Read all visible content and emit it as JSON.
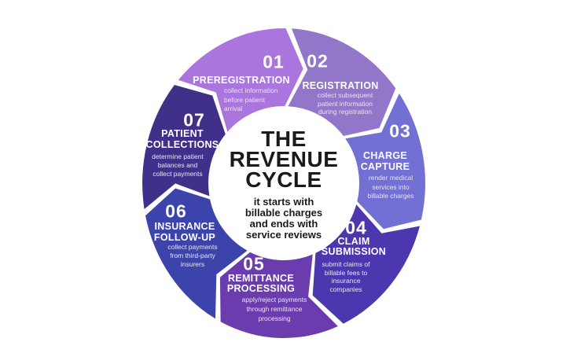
{
  "theme": {
    "background": "#ffffff",
    "title_color": "#1a1a1a",
    "number_color": "#ffffff",
    "label_color": "#ffffff",
    "desc_color": "#eae3f9"
  },
  "center": {
    "title": [
      "THE",
      "REVENUE",
      "CYCLE"
    ],
    "subtitle": [
      "it starts with",
      "billable charges",
      "and ends with",
      "service reviews"
    ]
  },
  "segments": [
    {
      "number": "01",
      "label": [
        "PREREGISTRATION"
      ],
      "desc": [
        "collect information",
        "before patient",
        "arrival"
      ],
      "color": "#aa75dc"
    },
    {
      "number": "02",
      "label": [
        "REGISTRATION"
      ],
      "desc": [
        "collect subsequent",
        "patient information",
        "during registration"
      ],
      "color": "#9176ca"
    },
    {
      "number": "03",
      "label": [
        "CHARGE",
        "CAPTURE"
      ],
      "desc": [
        "render medical",
        "services into",
        "billable charges"
      ],
      "color": "#7270d2"
    },
    {
      "number": "04",
      "label": [
        "CLAIM",
        "SUBMISSION"
      ],
      "desc": [
        "submit claims of",
        "billable fees to",
        "insurance",
        "companies"
      ],
      "color": "#4c37ae"
    },
    {
      "number": "05",
      "label": [
        "REMITTANCE",
        "PROCESSING"
      ],
      "desc": [
        "apply/reject payments",
        "through remittance",
        "processing"
      ],
      "color": "#6a3cae"
    },
    {
      "number": "06",
      "label": [
        "INSURANCE",
        "FOLLOW-UP"
      ],
      "desc": [
        "collect payments",
        "from third-party",
        "insurers"
      ],
      "color": "#3c44ab"
    },
    {
      "number": "07",
      "label": [
        "PATIENT",
        "COLLECTIONS"
      ],
      "desc": [
        "determine patient",
        "balances and",
        "collect payments"
      ],
      "color": "#413089"
    }
  ]
}
